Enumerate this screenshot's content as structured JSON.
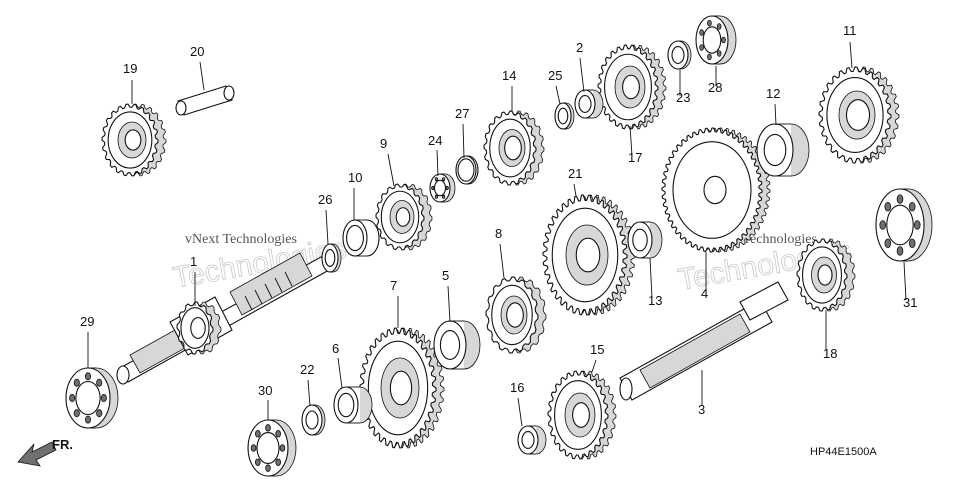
{
  "watermark": {
    "text_line1": "vNext Technologies",
    "text_line2": "Technologies"
  },
  "direction_label": "FR.",
  "diagram_code": "HP44E1500A",
  "labels": [
    "1",
    "2",
    "3",
    "4",
    "5",
    "6",
    "7",
    "8",
    "9",
    "10",
    "11",
    "12",
    "13",
    "14",
    "15",
    "16",
    "17",
    "18",
    "19",
    "20",
    "21",
    "22",
    "23",
    "24",
    "25",
    "26",
    "27",
    "28",
    "29",
    "30",
    "31"
  ],
  "parts": [
    {
      "id": "gear-19",
      "label": "19"
    },
    {
      "id": "pin-20",
      "label": "20"
    },
    {
      "id": "main-shaft-1",
      "label": "1"
    },
    {
      "id": "bearing-29",
      "label": "29"
    },
    {
      "id": "washer-26",
      "label": "26"
    },
    {
      "id": "bushing-10",
      "label": "10"
    },
    {
      "id": "gear-9",
      "label": "9"
    },
    {
      "id": "bearing-24",
      "label": "24"
    },
    {
      "id": "circlip-27",
      "label": "27"
    },
    {
      "id": "gear-14",
      "label": "14"
    },
    {
      "id": "washer-25",
      "label": "25"
    },
    {
      "id": "bushing-2",
      "label": "2"
    },
    {
      "id": "gear-17",
      "label": "17"
    },
    {
      "id": "washer-23",
      "label": "23"
    },
    {
      "id": "bearing-28",
      "label": "28"
    },
    {
      "id": "gear-11",
      "label": "11"
    },
    {
      "id": "needle-bearing-12",
      "label": "12"
    },
    {
      "id": "gear-21",
      "label": "21"
    },
    {
      "id": "bushing-13",
      "label": "13"
    },
    {
      "id": "gear-4",
      "label": "4"
    },
    {
      "id": "bearing-31",
      "label": "31"
    },
    {
      "id": "gear-18",
      "label": "18"
    },
    {
      "id": "shaft-3",
      "label": "3"
    },
    {
      "id": "gear-8",
      "label": "8"
    },
    {
      "id": "bushing-5",
      "label": "5"
    },
    {
      "id": "gear-7",
      "label": "7"
    },
    {
      "id": "bushing-6",
      "label": "6"
    },
    {
      "id": "washer-22",
      "label": "22"
    },
    {
      "id": "bearing-30",
      "label": "30"
    },
    {
      "id": "gear-15",
      "label": "15"
    },
    {
      "id": "bushing-16",
      "label": "16"
    }
  ]
}
